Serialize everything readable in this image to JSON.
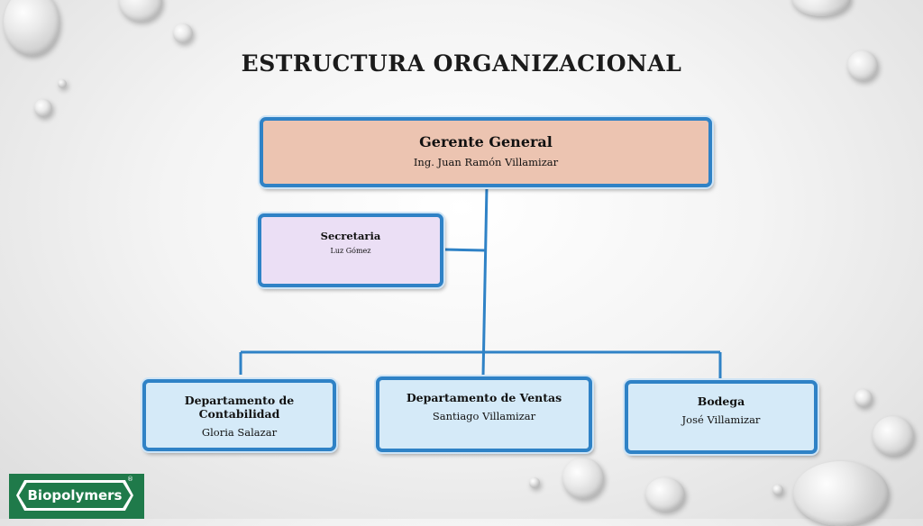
{
  "slide": {
    "title": "ESTRUCTURA ORGANIZACIONAL"
  },
  "org": {
    "general_manager": {
      "role": "Gerente General",
      "person": "Ing. Juan Ramón Villamizar"
    },
    "secretary": {
      "role": "Secretaria",
      "person": "Luz Gómez"
    },
    "departments": [
      {
        "role": "Departamento de Contabilidad",
        "person": "Gloria Salazar"
      },
      {
        "role": "Departamento de Ventas",
        "person": "Santiago Villamizar"
      },
      {
        "role": "Bodega",
        "person": "José  Villamizar"
      }
    ]
  },
  "logo": {
    "text": "Biopolymers",
    "mark": "®"
  },
  "colors": {
    "connector": "#2f82c6",
    "general_manager_fill": "#ecc4b1",
    "secretary_fill": "#ebdff5",
    "department_fill": "#d5eaf8",
    "logo_green": "#1f7a4a"
  }
}
